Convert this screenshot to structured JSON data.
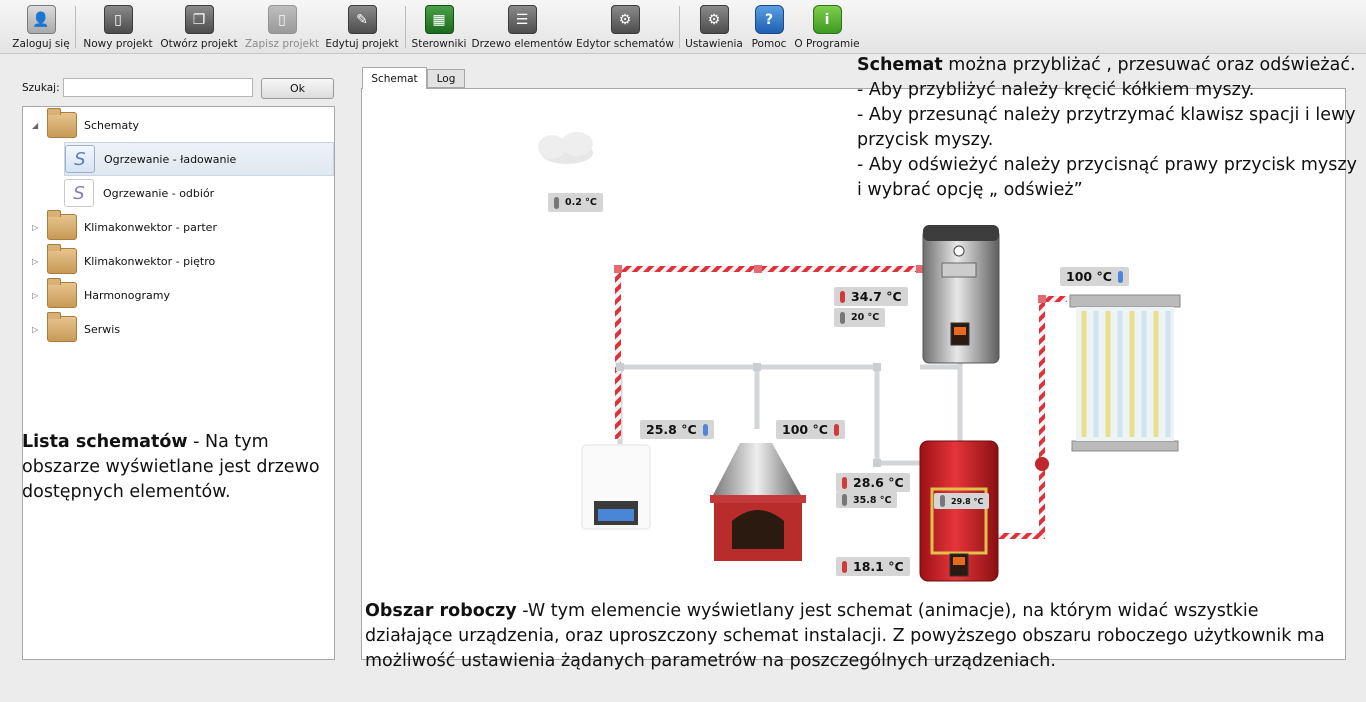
{
  "toolbar": {
    "items": [
      {
        "label": "Zaloguj się",
        "icon": "user-icon"
      },
      {
        "label": "Nowy projekt",
        "icon": "new-project-icon"
      },
      {
        "label": "Otwórz projekt",
        "icon": "open-project-icon"
      },
      {
        "label": "Zapisz projekt",
        "icon": "save-project-icon",
        "disabled": true
      },
      {
        "label": "Edytuj projekt",
        "icon": "edit-project-icon"
      },
      {
        "label": "Sterowniki",
        "icon": "controllers-icon"
      },
      {
        "label": "Drzewo elementów",
        "icon": "element-tree-icon"
      },
      {
        "label": "Edytor schematów",
        "icon": "schema-editor-icon"
      },
      {
        "label": "Ustawienia",
        "icon": "settings-icon"
      },
      {
        "label": "Pomoc",
        "icon": "help-icon"
      },
      {
        "label": "O Programie",
        "icon": "about-icon"
      }
    ]
  },
  "search": {
    "label": "Szukaj:",
    "value": "",
    "button": "Ok"
  },
  "tree": {
    "root": "Schematy",
    "children": [
      "Ogrzewanie - ładowanie",
      "Ogrzewanie - odbiór"
    ],
    "folders": [
      "Klimakonwektor - parter",
      "Klimakonwektor - piętro",
      "Harmonogramy",
      "Serwis"
    ]
  },
  "tabs": [
    "Schemat",
    "Log"
  ],
  "annotations": {
    "left_bold": "Lista schematów",
    "left_text": " - Na tym obszarze wyświetlane jest drzewo dostępnych elementów.",
    "top_bold": "Schemat",
    "top_text": " można przybliżać , przesuwać oraz odświeżać.",
    "top_line1": "- Aby przybliżyć należy kręcić kółkiem myszy.",
    "top_line2": "- Aby przesunąć należy przytrzymać klawisz spacji i lewy przycisk myszy.",
    "top_line3": "- Aby odświeżyć należy przycisnąć prawy przycisk myszy i wybrać opcję „ odśwież”",
    "bottom_bold": "Obszar roboczy",
    "bottom_text": " -W tym elemencie wyświetlany jest schemat (animacje), na którym widać wszystkie działające urządzenia, oraz uproszczony schemat instalacji. Z powyższego obszaru roboczego użytkownik ma możliwość ustawienia żądanych parametrów na poszczególnych urządzeniach."
  },
  "temperatures": {
    "outdoor": "0.2 °C",
    "boiler_top": "34.7 °C",
    "boiler_low": "20 °C",
    "collector": "100 °C",
    "gas_boiler": "25.8 °C",
    "fireplace": "100 °C",
    "tank_top": "28.6 °C",
    "tank_top2": "35.8 °C",
    "tank_inner": "29.8 °C",
    "tank_bottom": "18.1 °C"
  },
  "colors": {
    "hot_pipe": "#e0313a",
    "cold_pipe": "#d2d6d9",
    "tank": "#d8262b"
  }
}
